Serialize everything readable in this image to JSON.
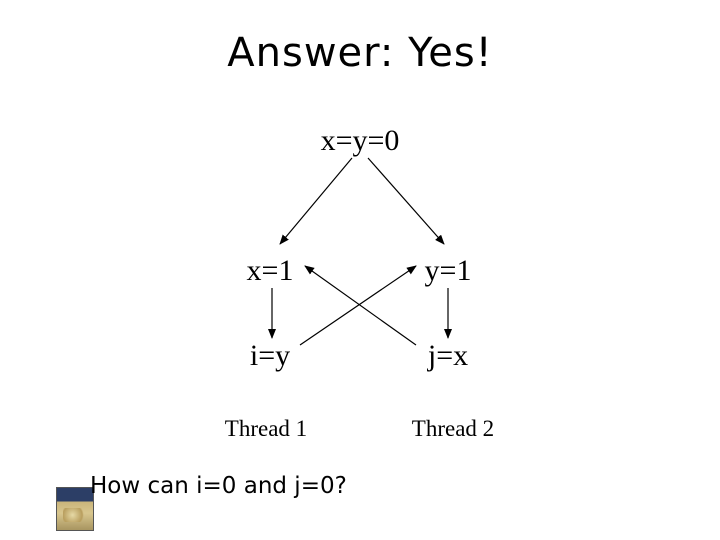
{
  "title": "Answer: Yes!",
  "diagram": {
    "root": "x=y=0",
    "thread1": {
      "write": "x=1",
      "read": "i=y",
      "label": "Thread 1"
    },
    "thread2": {
      "write": "y=1",
      "read": "j=x",
      "label": "Thread 2"
    }
  },
  "question": "How can i=0 and j=0?",
  "icons": {
    "book": "book-cover-icon"
  }
}
